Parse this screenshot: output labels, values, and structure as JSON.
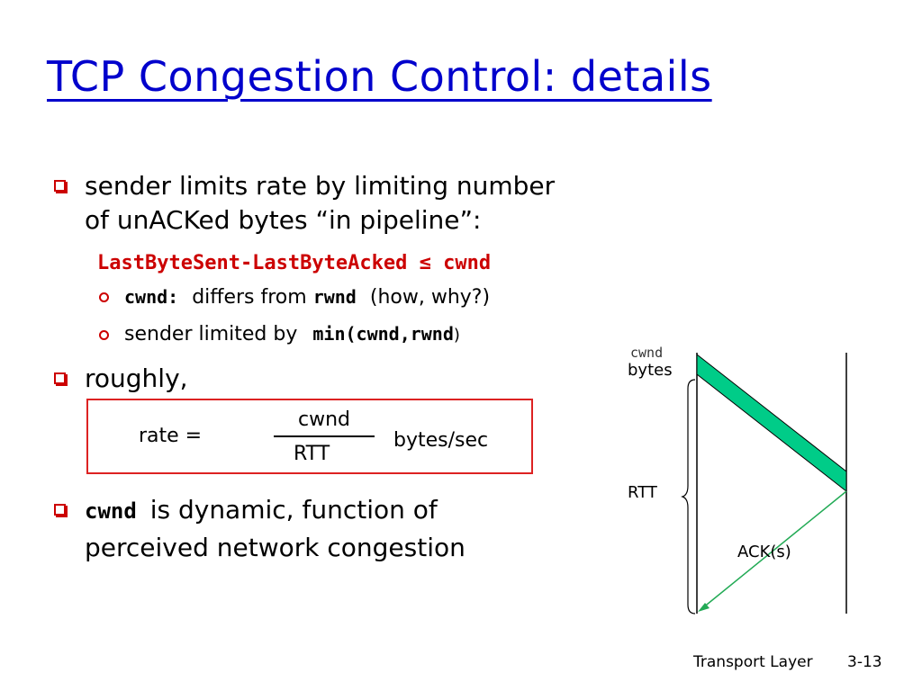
{
  "title": "TCP Congestion Control: details",
  "bullets": {
    "b1_line1": "sender limits rate by limiting number",
    "b1_line2": "of unACKed bytes “in pipeline”:",
    "formula": "LastByteSent-LastByteAcked ≤ cwnd",
    "sub1_code": "cwnd:",
    "sub1_mid": "differs from",
    "sub1_code2": "rwnd",
    "sub1_tail": "(how, why?)",
    "sub2_text": "sender limited by",
    "sub2_code": "min(cwnd,rwnd",
    "sub2_paren": ")",
    "b2": "roughly,",
    "b3_code": "cwnd",
    "b3_line1": "is dynamic, function of",
    "b3_line2": "perceived network congestion"
  },
  "rate_formula": {
    "lhs": "rate =",
    "numerator": "cwnd",
    "denominator": "RTT",
    "unit": "bytes/sec"
  },
  "diagram": {
    "cwnd_label": "cwnd",
    "bytes_label": "bytes",
    "rtt_label": "RTT",
    "ack_label": "ACK(s)",
    "band_color": "#00cc88",
    "ack_color": "#22aa55"
  },
  "footer": {
    "label": "Transport Layer",
    "page": "3-13"
  }
}
